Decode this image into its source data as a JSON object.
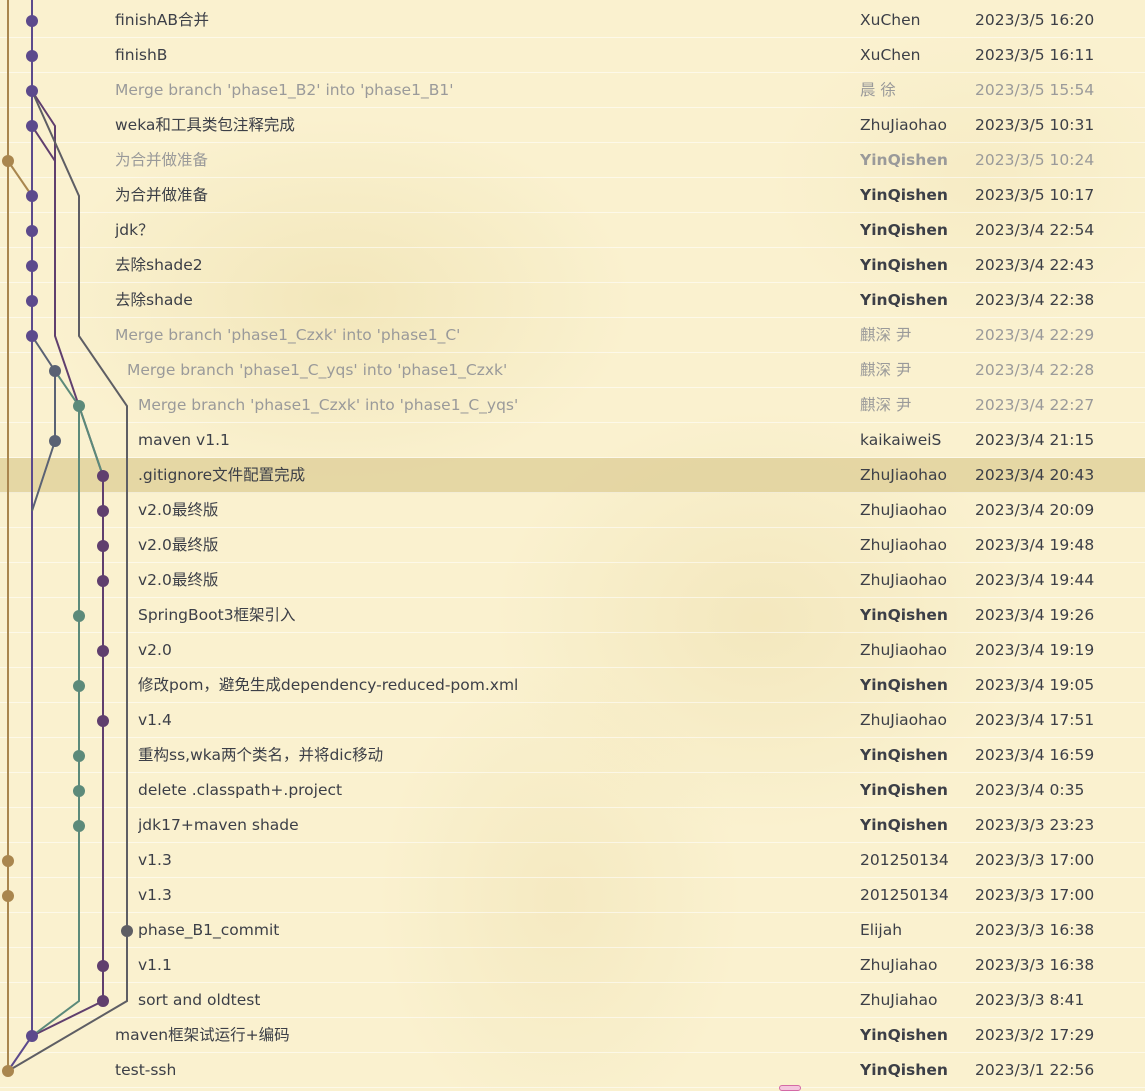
{
  "commits": [
    {
      "message": "finishAB合并",
      "author": "XuChen",
      "date": "2023/3/5 16:20",
      "dim": false,
      "bold": false,
      "indent": 0
    },
    {
      "message": "finishB",
      "author": "XuChen",
      "date": "2023/3/5 16:11",
      "dim": false,
      "bold": false,
      "indent": 0
    },
    {
      "message": "Merge branch 'phase1_B2' into 'phase1_B1'",
      "author": "晨 徐",
      "date": "2023/3/5 15:54",
      "dim": true,
      "bold": false,
      "indent": 0
    },
    {
      "message": "weka和工具类包注释完成",
      "author": "ZhuJiaohao",
      "date": "2023/3/5 10:31",
      "dim": false,
      "bold": false,
      "indent": 0
    },
    {
      "message": "为合并做准备",
      "author": "YinQishen",
      "date": "2023/3/5 10:24",
      "dim": true,
      "bold": true,
      "indent": 0
    },
    {
      "message": "为合并做准备",
      "author": "YinQishen",
      "date": "2023/3/5 10:17",
      "dim": false,
      "bold": true,
      "indent": 0
    },
    {
      "message": "jdk？",
      "author": "YinQishen",
      "date": "2023/3/4 22:54",
      "dim": false,
      "bold": true,
      "indent": 0
    },
    {
      "message": "去除shade2",
      "author": "YinQishen",
      "date": "2023/3/4 22:43",
      "dim": false,
      "bold": true,
      "indent": 0
    },
    {
      "message": "去除shade",
      "author": "YinQishen",
      "date": "2023/3/4 22:38",
      "dim": false,
      "bold": true,
      "indent": 0
    },
    {
      "message": "Merge branch 'phase1_Czxk' into 'phase1_C'",
      "author": "麒深 尹",
      "date": "2023/3/4 22:29",
      "dim": true,
      "bold": false,
      "indent": 0
    },
    {
      "message": "Merge branch 'phase1_C_yqs' into 'phase1_Czxk'",
      "author": "麒深 尹",
      "date": "2023/3/4 22:28",
      "dim": true,
      "bold": false,
      "indent": 1
    },
    {
      "message": "Merge branch 'phase1_Czxk' into 'phase1_C_yqs'",
      "author": "麒深 尹",
      "date": "2023/3/4 22:27",
      "dim": true,
      "bold": false,
      "indent": 2
    },
    {
      "message": "maven v1.1",
      "author": "kaikaiweiS",
      "date": "2023/3/4 21:15",
      "dim": false,
      "bold": false,
      "indent": 2
    },
    {
      "message": ".gitignore文件配置完成",
      "author": "ZhuJiaohao",
      "date": "2023/3/4 20:43",
      "dim": false,
      "bold": false,
      "indent": 2,
      "selected": true
    },
    {
      "message": "v2.0最终版",
      "author": "ZhuJiaohao",
      "date": "2023/3/4 20:09",
      "dim": false,
      "bold": false,
      "indent": 2
    },
    {
      "message": "v2.0最终版",
      "author": "ZhuJiaohao",
      "date": "2023/3/4 19:48",
      "dim": false,
      "bold": false,
      "indent": 2
    },
    {
      "message": "v2.0最终版",
      "author": "ZhuJiaohao",
      "date": "2023/3/4 19:44",
      "dim": false,
      "bold": false,
      "indent": 2
    },
    {
      "message": "SpringBoot3框架引入",
      "author": "YinQishen",
      "date": "2023/3/4 19:26",
      "dim": false,
      "bold": true,
      "indent": 2
    },
    {
      "message": "v2.0",
      "author": "ZhuJiaohao",
      "date": "2023/3/4 19:19",
      "dim": false,
      "bold": false,
      "indent": 2
    },
    {
      "message": "修改pom，避免生成dependency-reduced-pom.xml",
      "author": "YinQishen",
      "date": "2023/3/4 19:05",
      "dim": false,
      "bold": true,
      "indent": 2
    },
    {
      "message": "v1.4",
      "author": "ZhuJiaohao",
      "date": "2023/3/4 17:51",
      "dim": false,
      "bold": false,
      "indent": 2
    },
    {
      "message": "重构ss,wka两个类名，并将dic移动",
      "author": "YinQishen",
      "date": "2023/3/4 16:59",
      "dim": false,
      "bold": true,
      "indent": 2
    },
    {
      "message": "delete .classpath+.project",
      "author": "YinQishen",
      "date": "2023/3/4 0:35",
      "dim": false,
      "bold": true,
      "indent": 2
    },
    {
      "message": "jdk17+maven shade",
      "author": "YinQishen",
      "date": "2023/3/3 23:23",
      "dim": false,
      "bold": true,
      "indent": 2
    },
    {
      "message": "v1.3",
      "author": "201250134",
      "date": "2023/3/3 17:00",
      "dim": false,
      "bold": false,
      "indent": 2
    },
    {
      "message": "v1.3",
      "author": "201250134",
      "date": "2023/3/3 17:00",
      "dim": false,
      "bold": false,
      "indent": 2
    },
    {
      "message": "phase_B1_commit",
      "author": "Elijah",
      "date": "2023/3/3 16:38",
      "dim": false,
      "bold": false,
      "indent": 2
    },
    {
      "message": "v1.1",
      "author": "ZhuJiahao",
      "date": "2023/3/3 16:38",
      "dim": false,
      "bold": false,
      "indent": 2
    },
    {
      "message": "sort and oldtest",
      "author": "ZhuJiahao",
      "date": "2023/3/3 8:41",
      "dim": false,
      "bold": false,
      "indent": 2
    },
    {
      "message": "maven框架试运行+编码",
      "author": "YinQishen",
      "date": "2023/3/2 17:29",
      "dim": false,
      "bold": true,
      "indent": 0
    },
    {
      "message": "test-ssh",
      "author": "YinQishen",
      "date": "2023/3/1 22:56",
      "dim": false,
      "bold": true,
      "indent": 0
    }
  ],
  "graph": {
    "colors": {
      "tan": "#a9864e",
      "purple": "#5c4a8c",
      "plum": "#603f6e",
      "slate": "#5a6274",
      "teal": "#5c8a7a",
      "grey": "#5e5e64"
    },
    "dot_lanes": [
      1,
      1,
      1,
      1,
      0,
      1,
      1,
      1,
      1,
      1,
      2,
      3,
      2,
      4,
      4,
      4,
      4,
      3,
      4,
      3,
      4,
      3,
      3,
      3,
      0,
      0,
      5,
      4,
      4,
      1,
      0
    ],
    "dot_colors": [
      "purple",
      "purple",
      "purple",
      "purple",
      "tan",
      "purple",
      "purple",
      "purple",
      "purple",
      "purple",
      "slate",
      "teal",
      "slate",
      "plum",
      "plum",
      "plum",
      "plum",
      "teal",
      "plum",
      "teal",
      "plum",
      "teal",
      "teal",
      "teal",
      "tan",
      "tan",
      "grey",
      "plum",
      "plum",
      "purple",
      "tan"
    ]
  },
  "colors": {
    "background": "#faf1cf",
    "selected_row": "#ddcd96",
    "dim_text": "#9a9a9a"
  }
}
